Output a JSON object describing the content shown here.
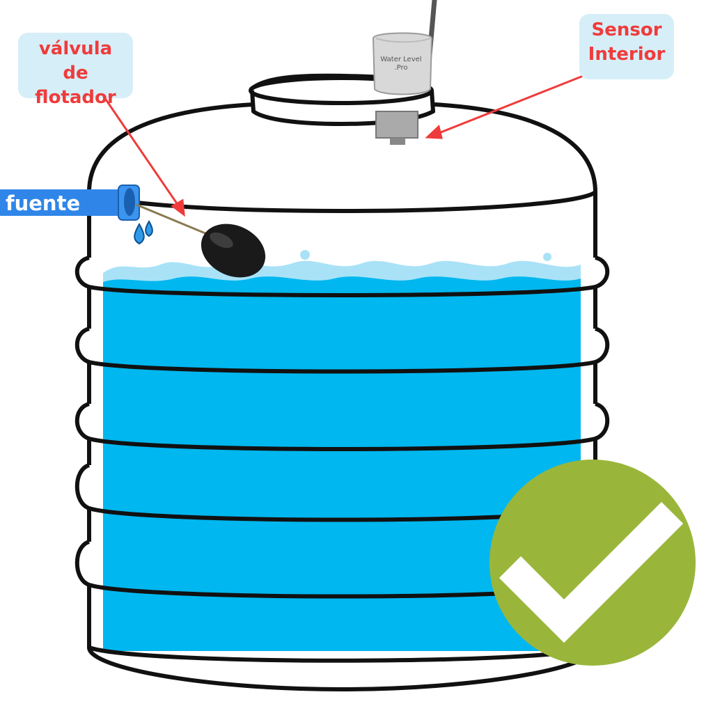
{
  "labels": {
    "float_valve": [
      "válvula de",
      "flotador"
    ],
    "interior_sensor": [
      "Sensor",
      "Interior"
    ],
    "source": "fuente",
    "sensor_brand": [
      "Water Level",
      ".Pro"
    ]
  },
  "colors": {
    "water": "#00b7ef",
    "water_foam": "#a9e2f7",
    "pipe": "#2f86e8",
    "callout_bg": "#d6eef8",
    "callout_text": "#ef3b3b",
    "arrow": "#ef3b3b",
    "check_bg": "#9ab63a",
    "check_mark": "#ffffff",
    "outline": "#111111"
  },
  "icons": {
    "status": "check-circle-icon",
    "drops": "water-drop-icon",
    "float": "float-ball-icon",
    "sensor": "wifi-sensor-icon"
  }
}
